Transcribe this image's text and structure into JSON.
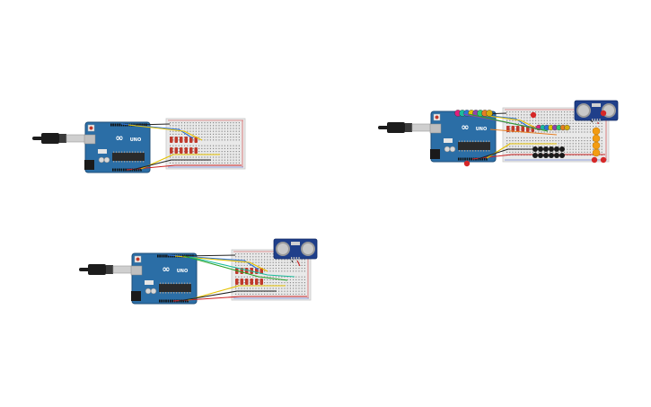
{
  "canvas": {
    "background": "#ffffff"
  },
  "colors": {
    "arduino_board": "#2b6ea6",
    "arduino_dark": "#1f4f7a",
    "chip": "#2a2a2a",
    "breadboard": "#e9e9e9",
    "breadboard_hole": "#8a8a8a",
    "rail_red": "#d23a3a",
    "rail_blue": "#3a5bd2",
    "usb_cable": "#1c1c1c",
    "usb_plug": "#cfcfcf",
    "resistor": "#c0392b",
    "sensor_board": "#1f3f8a",
    "sensor_eye": "#c8c8c8",
    "wire_yellow": "#e5c100",
    "wire_blue": "#2e74d8",
    "wire_black": "#222222",
    "wire_red": "#cc2222",
    "wire_green": "#29a329",
    "wire_orange": "#e67e22",
    "wire_purple": "#8e44ad",
    "wire_cyan": "#1abc9c"
  },
  "board_text": {
    "uno_label": "UNO",
    "arduino_logo": "∞"
  },
  "circuits": [
    {
      "id": "circuit-1",
      "has_sensor": false,
      "resistor_rows": 2,
      "leds": []
    },
    {
      "id": "circuit-2",
      "has_sensor": true,
      "resistor_rows": 1,
      "leds": [
        "#e01f7d",
        "#1abc9c",
        "#2e74d8",
        "#e6c300",
        "#8e44ad",
        "#2ecc71",
        "#e67e22",
        "#d4ac0d"
      ]
    },
    {
      "id": "circuit-3",
      "has_sensor": true,
      "resistor_rows": 2,
      "leds": []
    }
  ]
}
